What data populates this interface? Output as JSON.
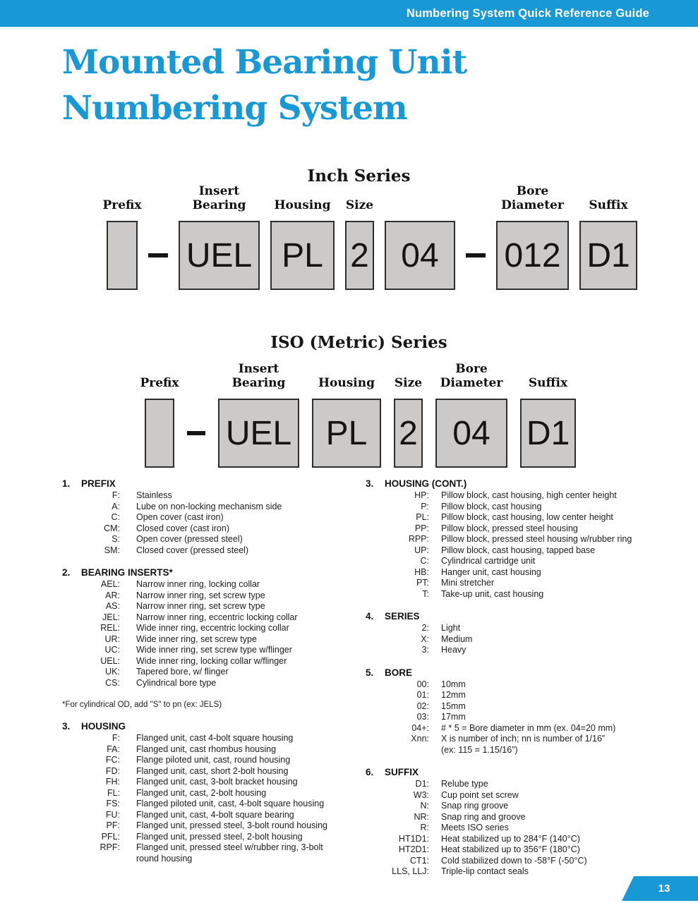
{
  "colors": {
    "accent": "#1899d6",
    "box_fill": "#cbcac8"
  },
  "top_bar": {
    "text": "Numbering System Quick Reference Guide"
  },
  "title": {
    "lines": [
      "Mounted Bearing Unit",
      "Numbering System"
    ]
  },
  "diagrams": [
    {
      "title": "Inch Series",
      "cells": [
        {
          "type": "box",
          "label": "Prefix",
          "value": "",
          "w": 44
        },
        {
          "type": "dash",
          "w": 28
        },
        {
          "type": "box",
          "label": "Insert\nBearing",
          "value": "UEL",
          "w": 115
        },
        {
          "type": "box",
          "label": "Housing",
          "value": "PL",
          "w": 91
        },
        {
          "type": "box",
          "label": "Size",
          "value": "2",
          "w": 41
        },
        {
          "type": "box",
          "label": "",
          "value": "04",
          "w": 100
        },
        {
          "type": "dash",
          "w": 28
        },
        {
          "type": "box",
          "label": "Bore\nDiameter",
          "value": "012",
          "w": 103
        },
        {
          "type": "box",
          "label": "Suffix",
          "value": "D1",
          "w": 82
        }
      ]
    },
    {
      "title": "ISO (Metric) Series",
      "cells": [
        {
          "type": "box",
          "label": "Prefix",
          "value": "",
          "w": 42
        },
        {
          "type": "dash",
          "w": 26
        },
        {
          "type": "box",
          "label": "Insert\nBearing",
          "value": "UEL",
          "w": 115
        },
        {
          "type": "box",
          "label": "Housing",
          "value": "PL",
          "w": 98
        },
        {
          "type": "box",
          "label": "Size",
          "value": "2",
          "w": 41
        },
        {
          "type": "box",
          "label": "Bore\nDiameter",
          "value": "04",
          "w": 102
        },
        {
          "type": "box",
          "label": "Suffix",
          "value": "D1",
          "w": 79
        }
      ]
    }
  ],
  "columns": {
    "left": [
      {
        "number": "1.",
        "heading": "PREFIX",
        "items": [
          {
            "code": "F:",
            "desc": "Stainless"
          },
          {
            "code": "A:",
            "desc": "Lube on non-locking mechanism side"
          },
          {
            "code": "C:",
            "desc": "Open cover (cast iron)"
          },
          {
            "code": "CM:",
            "desc": "Closed cover (cast iron)"
          },
          {
            "code": "S:",
            "desc": "Open cover (pressed steel)"
          },
          {
            "code": "SM:",
            "desc": "Closed cover (pressed steel)"
          }
        ]
      },
      {
        "number": "2.",
        "heading": "BEARING INSERTS*",
        "items": [
          {
            "code": "AEL:",
            "desc": "Narrow inner ring, locking collar"
          },
          {
            "code": "AR:",
            "desc": "Narrow inner ring, set screw type"
          },
          {
            "code": "AS:",
            "desc": "Narrow inner ring, set screw type"
          },
          {
            "code": "JEL:",
            "desc": "Narrow inner ring, eccentric locking collar"
          },
          {
            "code": "REL:",
            "desc": "Wide inner ring, eccentric locking collar"
          },
          {
            "code": "UR:",
            "desc": "Wide inner ring, set screw type"
          },
          {
            "code": "UC:",
            "desc": "Wide inner ring, set screw type w/flinger"
          },
          {
            "code": "UEL:",
            "desc": "Wide inner ring, locking collar w/flinger"
          },
          {
            "code": "UK:",
            "desc": "Tapered bore,  w/ flinger"
          },
          {
            "code": "CS:",
            "desc": "Cylindrical bore type"
          }
        ],
        "footnote": "*For cylindrical OD, add \"S\" to pn (ex: JELS)"
      },
      {
        "number": "3.",
        "heading": "HOUSING",
        "items": [
          {
            "code": "F:",
            "desc": "Flanged unit, cast 4-bolt square housing"
          },
          {
            "code": "FA:",
            "desc": "Flanged unit, cast rhombus housing"
          },
          {
            "code": "FC:",
            "desc": "Flange piloted unit, cast, round housing"
          },
          {
            "code": "FD:",
            "desc": "Flanged unit, cast, short 2-bolt housing"
          },
          {
            "code": "FH:",
            "desc": "Flanged unit, cast, 3-bolt bracket housing"
          },
          {
            "code": "FL:",
            "desc": "Flanged unit, cast, 2-bolt housing"
          },
          {
            "code": "FS:",
            "desc": "Flanged piloted unit, cast, 4-bolt square housing"
          },
          {
            "code": "FU:",
            "desc": "Flanged unit, cast, 4-bolt square bearing"
          },
          {
            "code": "PF:",
            "desc": "Flanged unit, pressed steel, 3-bolt round housing"
          },
          {
            "code": "PFL:",
            "desc": "Flanged unit, pressed steel, 2-bolt housing"
          },
          {
            "code": "RPF:",
            "desc": "Flanged unit, pressed steel w/rubber ring, 3-bolt\nround housing"
          }
        ]
      }
    ],
    "right": [
      {
        "number": "3.",
        "heading": "HOUSING (CONT.)",
        "items": [
          {
            "code": "HP:",
            "desc": "Pillow block, cast housing, high center height"
          },
          {
            "code": "P:",
            "desc": "Pillow block, cast housing"
          },
          {
            "code": "PL:",
            "desc": "Pillow block, cast housing, low center height"
          },
          {
            "code": "PP:",
            "desc": "Pillow block, pressed steel housing"
          },
          {
            "code": "RPP:",
            "desc": "Pillow block, pressed steel housing w/rubber ring"
          },
          {
            "code": "UP:",
            "desc": "Pillow block, cast housing, tapped base"
          },
          {
            "code": "C:",
            "desc": "Cylindrical cartridge unit"
          },
          {
            "code": "HB:",
            "desc": "Hanger unit, cast housing"
          },
          {
            "code": "PT:",
            "desc": "Mini stretcher"
          },
          {
            "code": "T:",
            "desc": "Take-up unit, cast housing"
          }
        ]
      },
      {
        "number": "4.",
        "heading": "SERIES",
        "items": [
          {
            "code": "2:",
            "desc": "Light"
          },
          {
            "code": "X:",
            "desc": "Medium"
          },
          {
            "code": "3:",
            "desc": "Heavy"
          }
        ]
      },
      {
        "number": "5.",
        "heading": "BORE",
        "items": [
          {
            "code": "00:",
            "desc": "10mm"
          },
          {
            "code": "01:",
            "desc": "12mm"
          },
          {
            "code": "02:",
            "desc": "15mm"
          },
          {
            "code": "03:",
            "desc": "17mm"
          },
          {
            "code": "04+:",
            "desc": "# * 5 = Bore diameter in mm (ex. 04=20 mm)"
          },
          {
            "code": "Xnn:",
            "desc": "X is number of inch; nn is number of 1/16”\n(ex: 115 = 1.15/16”)"
          }
        ]
      },
      {
        "number": "6.",
        "heading": "SUFFIX",
        "items": [
          {
            "code": "D1:",
            "desc": "Relube type"
          },
          {
            "code": "W3:",
            "desc": "Cup point set screw"
          },
          {
            "code": "N:",
            "desc": "Snap ring groove"
          },
          {
            "code": "NR:",
            "desc": "Snap ring and groove"
          },
          {
            "code": "R:",
            "desc": "Meets ISO series"
          },
          {
            "code": "HT1D1:",
            "desc": "Heat stabilized up to 284°F (140°C)"
          },
          {
            "code": "HT2D1:",
            "desc": "Heat stabilized up to 356°F (180°C)"
          },
          {
            "code": "CT1:",
            "desc": "Cold stabilized down to -58°F (-50°C)"
          },
          {
            "code": "LLS, LLJ:",
            "desc": "Triple-lip contact seals"
          }
        ]
      }
    ]
  },
  "footer": {
    "page_number": "13"
  }
}
